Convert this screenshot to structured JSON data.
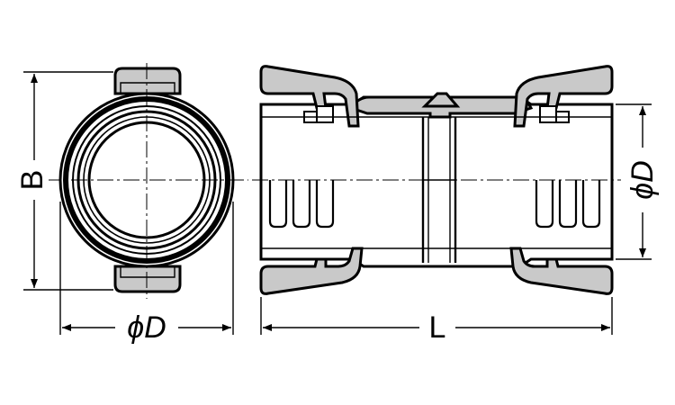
{
  "labels": {
    "height": "B",
    "front_diameter": "ϕD",
    "side_diameter": "ϕD",
    "length": "L"
  },
  "colors": {
    "line": "#000000",
    "fill_gray": "#c9c9c9",
    "background": "#ffffff"
  }
}
